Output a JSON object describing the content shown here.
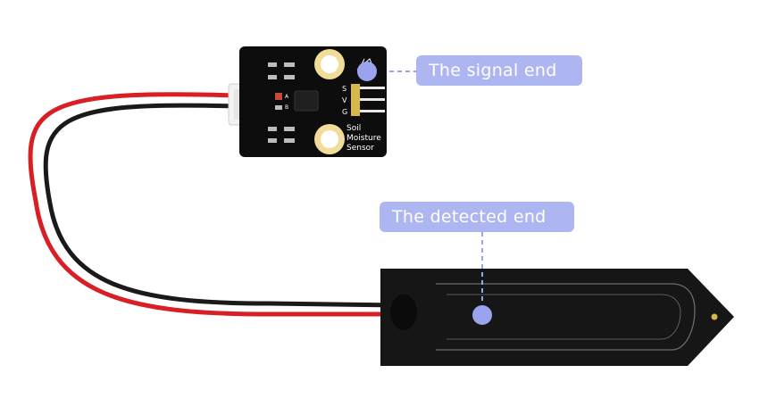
{
  "callouts": {
    "signal_end": "The signal end",
    "detected_end": "The detected end"
  },
  "board": {
    "label_line1": "Soil",
    "label_line2": "Moisture",
    "label_line3": "Sensor",
    "pin_s": "S",
    "pin_v": "V",
    "pin_g": "G",
    "marker_a": "A",
    "marker_b": "B"
  },
  "colors": {
    "callout_fill": "#aeb6f2",
    "callout_dot": "#9aa3ee",
    "wire_red": "#d81f26",
    "wire_black": "#1a1a1a",
    "pcb": "#0d0d0d",
    "probe": "#161616",
    "mounting_hole": "#f2dc9a"
  }
}
